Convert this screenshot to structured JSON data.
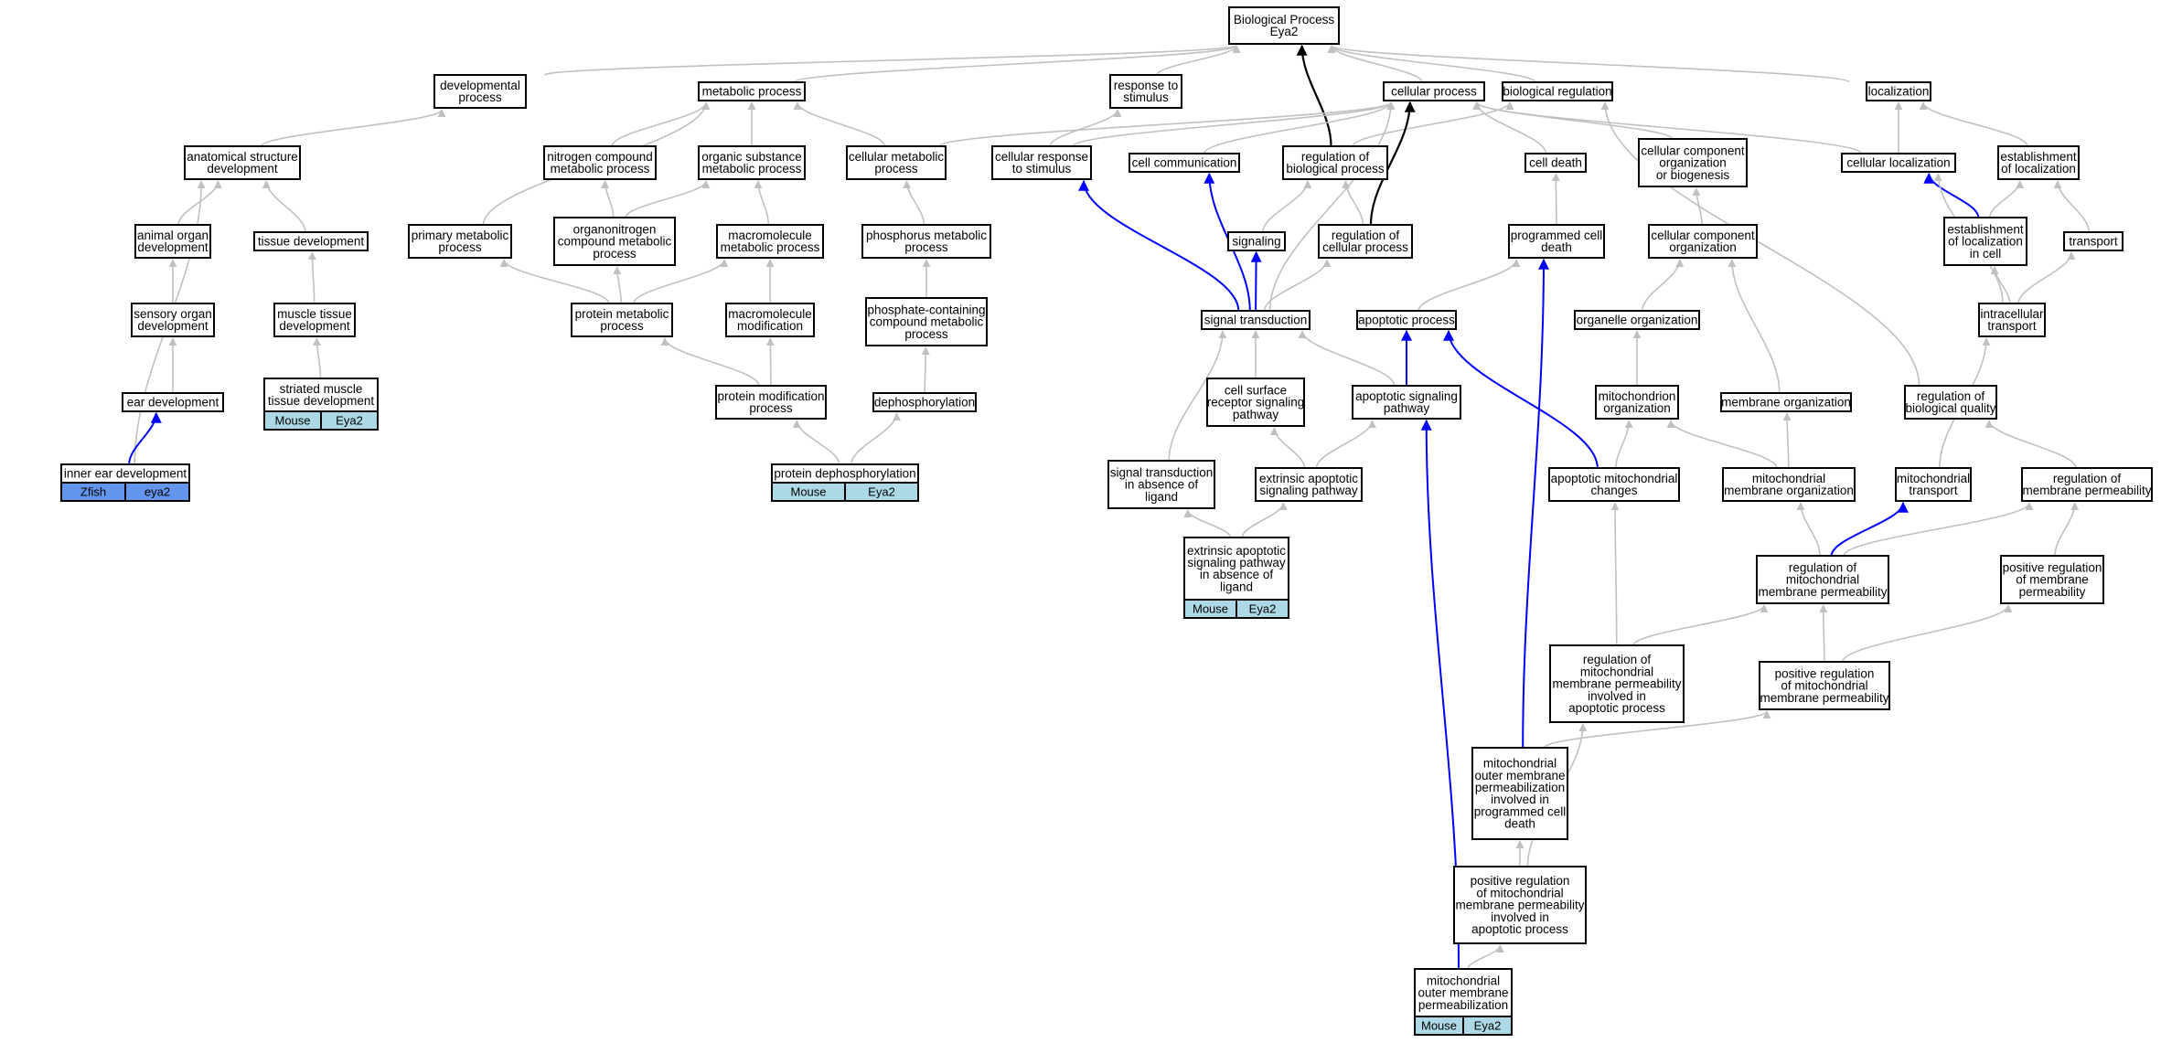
{
  "nodes": [
    {
      "id": "bp",
      "lines": [
        "Biological Process",
        "Eya2"
      ]
    },
    {
      "id": "dev",
      "lines": [
        "developmental",
        "process"
      ]
    },
    {
      "id": "met",
      "lines": [
        "metabolic process"
      ]
    },
    {
      "id": "resp",
      "lines": [
        "response to",
        "stimulus"
      ]
    },
    {
      "id": "cell",
      "lines": [
        "cellular process"
      ]
    },
    {
      "id": "breg",
      "lines": [
        "biological regulation"
      ]
    },
    {
      "id": "loc",
      "lines": [
        "localization"
      ]
    },
    {
      "id": "anat",
      "lines": [
        "anatomical structure",
        "development"
      ]
    },
    {
      "id": "nitro",
      "lines": [
        "nitrogen compound",
        "metabolic process"
      ]
    },
    {
      "id": "orgsub",
      "lines": [
        "organic substance",
        "metabolic process"
      ]
    },
    {
      "id": "cellmet",
      "lines": [
        "cellular metabolic",
        "process"
      ]
    },
    {
      "id": "cresp",
      "lines": [
        "cellular response",
        "to stimulus"
      ]
    },
    {
      "id": "ccomm",
      "lines": [
        "cell communication"
      ]
    },
    {
      "id": "regbp",
      "lines": [
        "regulation of",
        "biological process"
      ]
    },
    {
      "id": "cdeath",
      "lines": [
        "cell death"
      ]
    },
    {
      "id": "ccorg",
      "lines": [
        "cellular component",
        "organization",
        "or biogenesis"
      ]
    },
    {
      "id": "cloc",
      "lines": [
        "cellular localization"
      ]
    },
    {
      "id": "estloc",
      "lines": [
        "establishment",
        "of localization"
      ]
    },
    {
      "id": "animal",
      "lines": [
        "animal organ",
        "development"
      ]
    },
    {
      "id": "tissue",
      "lines": [
        "tissue development"
      ]
    },
    {
      "id": "primmet",
      "lines": [
        "primary metabolic",
        "process"
      ]
    },
    {
      "id": "orgnitro",
      "lines": [
        "organonitrogen",
        "compound metabolic",
        "process"
      ]
    },
    {
      "id": "macromet",
      "lines": [
        "macromolecule",
        "metabolic process"
      ]
    },
    {
      "id": "phosmet",
      "lines": [
        "phosphorus metabolic",
        "process"
      ]
    },
    {
      "id": "signaling",
      "lines": [
        "signaling"
      ]
    },
    {
      "id": "regcp",
      "lines": [
        "regulation of",
        "cellular process"
      ]
    },
    {
      "id": "pcd",
      "lines": [
        "programmed cell",
        "death"
      ]
    },
    {
      "id": "ccorg2",
      "lines": [
        "cellular component",
        "organization"
      ]
    },
    {
      "id": "estcell",
      "lines": [
        "establishment",
        "of localization",
        "in cell"
      ]
    },
    {
      "id": "transport",
      "lines": [
        "transport"
      ]
    },
    {
      "id": "sensory",
      "lines": [
        "sensory organ",
        "development"
      ]
    },
    {
      "id": "muscle",
      "lines": [
        "muscle tissue",
        "development"
      ]
    },
    {
      "id": "protmet",
      "lines": [
        "protein metabolic",
        "process"
      ]
    },
    {
      "id": "macromod",
      "lines": [
        "macromolecule",
        "modification"
      ]
    },
    {
      "id": "phoscont",
      "lines": [
        "phosphate-containing",
        "compound metabolic",
        "process"
      ]
    },
    {
      "id": "sigtrans",
      "lines": [
        "signal transduction"
      ]
    },
    {
      "id": "apop",
      "lines": [
        "apoptotic process"
      ]
    },
    {
      "id": "organelle",
      "lines": [
        "organelle organization"
      ]
    },
    {
      "id": "intra",
      "lines": [
        "intracellular",
        "transport"
      ]
    },
    {
      "id": "ear",
      "lines": [
        "ear development"
      ]
    },
    {
      "id": "striated",
      "lines": [
        "striated muscle",
        "tissue development"
      ]
    },
    {
      "id": "protmod",
      "lines": [
        "protein modification",
        "process"
      ]
    },
    {
      "id": "dephos",
      "lines": [
        "dephosphorylation"
      ]
    },
    {
      "id": "csr",
      "lines": [
        "cell surface",
        "receptor signaling",
        "pathway"
      ]
    },
    {
      "id": "apsig",
      "lines": [
        "apoptotic signaling",
        "pathway"
      ]
    },
    {
      "id": "mitoorg",
      "lines": [
        "mitochondrion",
        "organization"
      ]
    },
    {
      "id": "memorg",
      "lines": [
        "membrane organization"
      ]
    },
    {
      "id": "regbq",
      "lines": [
        "regulation of",
        "biological quality"
      ]
    },
    {
      "id": "inner",
      "lines": [
        "inner ear development"
      ]
    },
    {
      "id": "protdephos",
      "lines": [
        "protein dephosphorylation"
      ]
    },
    {
      "id": "sigabs",
      "lines": [
        "signal transduction",
        "in absence of",
        "ligand"
      ]
    },
    {
      "id": "extapop",
      "lines": [
        "extrinsic apoptotic",
        "signaling pathway"
      ]
    },
    {
      "id": "apmito",
      "lines": [
        "apoptotic mitochondrial",
        "changes"
      ]
    },
    {
      "id": "mitomem",
      "lines": [
        "mitochondrial",
        "membrane organization"
      ]
    },
    {
      "id": "mitotrans",
      "lines": [
        "mitochondrial",
        "transport"
      ]
    },
    {
      "id": "regmemperm",
      "lines": [
        "regulation of",
        "membrane permeability"
      ]
    },
    {
      "id": "extabs",
      "lines": [
        "extrinsic apoptotic",
        "signaling pathway",
        "in absence of",
        "ligand"
      ]
    },
    {
      "id": "regmitoperm",
      "lines": [
        "regulation of",
        "mitochondrial",
        "membrane permeability"
      ]
    },
    {
      "id": "posmemperm",
      "lines": [
        "positive regulation",
        "of membrane",
        "permeability"
      ]
    },
    {
      "id": "regmitoapop",
      "lines": [
        "regulation of",
        "mitochondrial",
        "membrane permeability",
        "involved in",
        "apoptotic process"
      ]
    },
    {
      "id": "posmitoperm",
      "lines": [
        "positive regulation",
        "of mitochondrial",
        "membrane permeability"
      ]
    },
    {
      "id": "momp_pcd",
      "lines": [
        "mitochondrial",
        "outer membrane",
        "permeabilization",
        "involved in",
        "programmed cell",
        "death"
      ]
    },
    {
      "id": "posmitoapop",
      "lines": [
        "positive regulation",
        "of mitochondrial",
        "membrane permeability",
        "involved in",
        "apoptotic process"
      ]
    },
    {
      "id": "momp",
      "lines": [
        "mitochondrial",
        "outer membrane",
        "permeabilization"
      ]
    }
  ],
  "annotations": [
    {
      "node": "inner",
      "cells": [
        "Zfish",
        "eya2"
      ],
      "color": "#6495ed"
    },
    {
      "node": "striated",
      "cells": [
        "Mouse",
        "Eya2"
      ],
      "color": "#add8e6"
    },
    {
      "node": "protdephos",
      "cells": [
        "Mouse",
        "Eya2"
      ],
      "color": "#add8e6"
    },
    {
      "node": "extabs",
      "cells": [
        "Mouse",
        "Eya2"
      ],
      "color": "#add8e6"
    },
    {
      "node": "momp",
      "cells": [
        "Mouse",
        "Eya2"
      ],
      "color": "#add8e6"
    }
  ],
  "edges": [
    {
      "from": "dev",
      "to": "bp",
      "kind": "gray"
    },
    {
      "from": "met",
      "to": "bp",
      "kind": "gray"
    },
    {
      "from": "resp",
      "to": "bp",
      "kind": "gray"
    },
    {
      "from": "cell",
      "to": "bp",
      "kind": "gray"
    },
    {
      "from": "breg",
      "to": "bp",
      "kind": "gray"
    },
    {
      "from": "loc",
      "to": "bp",
      "kind": "gray"
    },
    {
      "from": "regbp",
      "to": "bp",
      "kind": "black"
    },
    {
      "from": "anat",
      "to": "dev",
      "kind": "gray"
    },
    {
      "from": "nitro",
      "to": "met",
      "kind": "gray"
    },
    {
      "from": "orgsub",
      "to": "met",
      "kind": "gray"
    },
    {
      "from": "cellmet",
      "to": "met",
      "kind": "gray"
    },
    {
      "from": "primmet",
      "to": "met",
      "kind": "gray"
    },
    {
      "from": "cellmet",
      "to": "cell",
      "kind": "gray"
    },
    {
      "from": "cresp",
      "to": "resp",
      "kind": "gray"
    },
    {
      "from": "cresp",
      "to": "cell",
      "kind": "gray"
    },
    {
      "from": "ccomm",
      "to": "cell",
      "kind": "gray"
    },
    {
      "from": "cdeath",
      "to": "cell",
      "kind": "gray"
    },
    {
      "from": "ccorg",
      "to": "cell",
      "kind": "gray"
    },
    {
      "from": "cloc",
      "to": "cell",
      "kind": "gray"
    },
    {
      "from": "regbp",
      "to": "breg",
      "kind": "gray"
    },
    {
      "from": "regbq",
      "to": "breg",
      "kind": "gray"
    },
    {
      "from": "cloc",
      "to": "loc",
      "kind": "gray"
    },
    {
      "from": "estloc",
      "to": "loc",
      "kind": "gray"
    },
    {
      "from": "animal",
      "to": "anat",
      "kind": "gray"
    },
    {
      "from": "tissue",
      "to": "anat",
      "kind": "gray"
    },
    {
      "from": "inner",
      "to": "anat",
      "kind": "gray"
    },
    {
      "from": "orgnitro",
      "to": "nitro",
      "kind": "gray"
    },
    {
      "from": "orgnitro",
      "to": "orgsub",
      "kind": "gray"
    },
    {
      "from": "macromet",
      "to": "orgsub",
      "kind": "gray"
    },
    {
      "from": "phosmet",
      "to": "cellmet",
      "kind": "gray"
    },
    {
      "from": "sigtrans",
      "to": "cresp",
      "kind": "blue"
    },
    {
      "from": "sigtrans",
      "to": "ccomm",
      "kind": "blue"
    },
    {
      "from": "signaling",
      "to": "regbp",
      "kind": "gray"
    },
    {
      "from": "regcp",
      "to": "regbp",
      "kind": "gray"
    },
    {
      "from": "regcp",
      "to": "cell",
      "kind": "black"
    },
    {
      "from": "pcd",
      "to": "cdeath",
      "kind": "gray"
    },
    {
      "from": "ccorg2",
      "to": "ccorg",
      "kind": "gray"
    },
    {
      "from": "estcell",
      "to": "cloc",
      "kind": "blue"
    },
    {
      "from": "estcell",
      "to": "estloc",
      "kind": "gray"
    },
    {
      "from": "transport",
      "to": "estloc",
      "kind": "gray"
    },
    {
      "from": "intra",
      "to": "cloc",
      "kind": "gray"
    },
    {
      "from": "intra",
      "to": "estcell",
      "kind": "gray"
    },
    {
      "from": "intra",
      "to": "transport",
      "kind": "gray"
    },
    {
      "from": "sensory",
      "to": "animal",
      "kind": "gray"
    },
    {
      "from": "muscle",
      "to": "tissue",
      "kind": "gray"
    },
    {
      "from": "protmet",
      "to": "orgnitro",
      "kind": "gray"
    },
    {
      "from": "protmet",
      "to": "macromet",
      "kind": "gray"
    },
    {
      "from": "protmet",
      "to": "primmet",
      "kind": "gray"
    },
    {
      "from": "macromod",
      "to": "macromet",
      "kind": "gray"
    },
    {
      "from": "phoscont",
      "to": "phosmet",
      "kind": "gray"
    },
    {
      "from": "sigtrans",
      "to": "signaling",
      "kind": "blue"
    },
    {
      "from": "sigtrans",
      "to": "regcp",
      "kind": "gray"
    },
    {
      "from": "sigtrans",
      "to": "cell",
      "kind": "gray"
    },
    {
      "from": "apop",
      "to": "pcd",
      "kind": "gray"
    },
    {
      "from": "organelle",
      "to": "ccorg2",
      "kind": "gray"
    },
    {
      "from": "memorg",
      "to": "ccorg2",
      "kind": "gray"
    },
    {
      "from": "ear",
      "to": "sensory",
      "kind": "gray"
    },
    {
      "from": "striated",
      "to": "muscle",
      "kind": "gray"
    },
    {
      "from": "protmod",
      "to": "protmet",
      "kind": "gray"
    },
    {
      "from": "protmod",
      "to": "macromod",
      "kind": "gray"
    },
    {
      "from": "dephos",
      "to": "phoscont",
      "kind": "gray"
    },
    {
      "from": "csr",
      "to": "sigtrans",
      "kind": "gray"
    },
    {
      "from": "apsig",
      "to": "sigtrans",
      "kind": "gray"
    },
    {
      "from": "apsig",
      "to": "apop",
      "kind": "blue"
    },
    {
      "from": "mitoorg",
      "to": "organelle",
      "kind": "gray"
    },
    {
      "from": "inner",
      "to": "ear",
      "kind": "blue"
    },
    {
      "from": "protdephos",
      "to": "protmod",
      "kind": "gray"
    },
    {
      "from": "protdephos",
      "to": "dephos",
      "kind": "gray"
    },
    {
      "from": "sigabs",
      "to": "sigtrans",
      "kind": "gray"
    },
    {
      "from": "extapop",
      "to": "csr",
      "kind": "gray"
    },
    {
      "from": "extapop",
      "to": "apsig",
      "kind": "gray"
    },
    {
      "from": "apmito",
      "to": "apop",
      "kind": "blue"
    },
    {
      "from": "apmito",
      "to": "mitoorg",
      "kind": "gray"
    },
    {
      "from": "mitomem",
      "to": "mitoorg",
      "kind": "gray"
    },
    {
      "from": "mitomem",
      "to": "memorg",
      "kind": "gray"
    },
    {
      "from": "mitotrans",
      "to": "intra",
      "kind": "gray"
    },
    {
      "from": "regmemperm",
      "to": "regbq",
      "kind": "gray"
    },
    {
      "from": "extabs",
      "to": "sigabs",
      "kind": "gray"
    },
    {
      "from": "extabs",
      "to": "extapop",
      "kind": "gray"
    },
    {
      "from": "regmitoperm",
      "to": "mitomem",
      "kind": "gray"
    },
    {
      "from": "regmitoperm",
      "to": "mitotrans",
      "kind": "blue"
    },
    {
      "from": "regmitoperm",
      "to": "regmemperm",
      "kind": "gray"
    },
    {
      "from": "posmemperm",
      "to": "regmemperm",
      "kind": "gray"
    },
    {
      "from": "regmitoapop",
      "to": "apmito",
      "kind": "gray"
    },
    {
      "from": "regmitoapop",
      "to": "regmitoperm",
      "kind": "gray"
    },
    {
      "from": "posmitoperm",
      "to": "regmitoperm",
      "kind": "gray"
    },
    {
      "from": "posmitoperm",
      "to": "posmemperm",
      "kind": "gray"
    },
    {
      "from": "momp_pcd",
      "to": "pcd",
      "kind": "blue"
    },
    {
      "from": "momp_pcd",
      "to": "posmitoperm",
      "kind": "gray"
    },
    {
      "from": "posmitoapop",
      "to": "momp_pcd",
      "kind": "gray"
    },
    {
      "from": "posmitoapop",
      "to": "regmitoapop",
      "kind": "gray"
    },
    {
      "from": "momp",
      "to": "posmitoapop",
      "kind": "gray"
    },
    {
      "from": "momp",
      "to": "apsig",
      "kind": "blue"
    }
  ],
  "colors": {
    "gray_edge": "#c0c0c0",
    "blue_edge": "#0000ff",
    "black_edge": "#000000"
  }
}
